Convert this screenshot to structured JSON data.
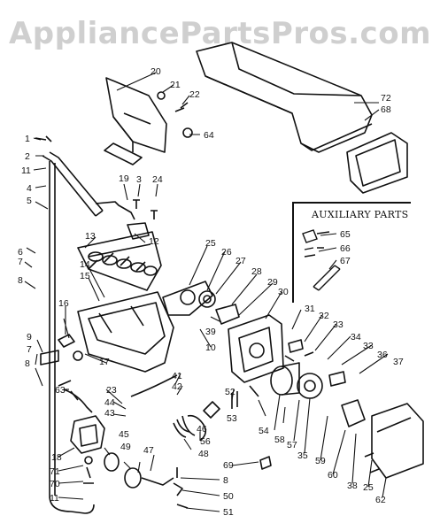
{
  "watermark": "AppliancePartsPros.com",
  "auxiliary_title": "AUXILIARY PARTS",
  "callouts": [
    "20",
    "21",
    "22",
    "64",
    "72",
    "68",
    "1",
    "2",
    "11",
    "19",
    "3",
    "24",
    "4",
    "5",
    "12",
    "13",
    "6",
    "7",
    "25",
    "26",
    "27",
    "28",
    "8",
    "14",
    "15",
    "29",
    "30",
    "16",
    "39",
    "10",
    "31",
    "32",
    "33",
    "9",
    "7",
    "34",
    "33",
    "36",
    "37",
    "17",
    "8",
    "41",
    "42",
    "63",
    "23",
    "44",
    "43",
    "52",
    "54",
    "53",
    "58",
    "57",
    "35",
    "59",
    "60",
    "38",
    "25",
    "62",
    "45",
    "46",
    "56",
    "48",
    "49",
    "47",
    "18",
    "71",
    "70",
    "11",
    "69",
    "8",
    "50",
    "51",
    "65",
    "66",
    "67"
  ]
}
